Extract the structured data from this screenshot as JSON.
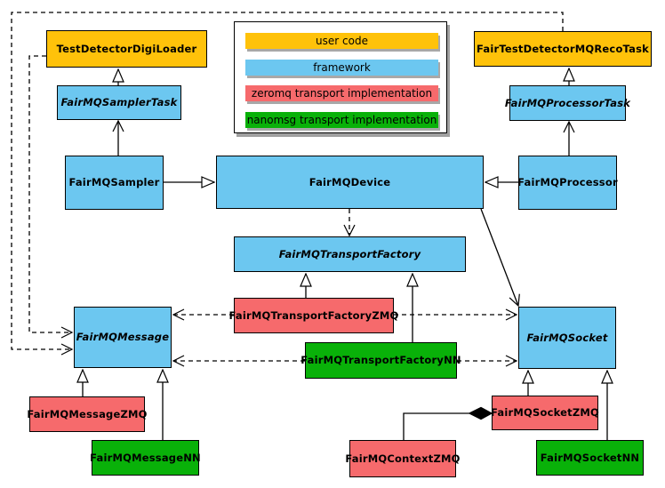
{
  "diagram": {
    "colors": {
      "user_code": "#FFC20A",
      "framework": "#6CC7F0",
      "zeromq": "#F66A6C",
      "nanomsg": "#09B109"
    },
    "nodes": {
      "digiLoader": {
        "label": "TestDetectorDigiLoader",
        "type": "user_code",
        "abstract": false
      },
      "recoTask": {
        "label": "FairTestDetectorMQRecoTask",
        "type": "user_code",
        "abstract": false
      },
      "samplerTask": {
        "label": "FairMQSamplerTask",
        "type": "framework",
        "abstract": true
      },
      "processorTask": {
        "label": "FairMQProcessorTask",
        "type": "framework",
        "abstract": true
      },
      "sampler": {
        "label": "FairMQSampler",
        "type": "framework",
        "abstract": false
      },
      "device": {
        "label": "FairMQDevice",
        "type": "framework",
        "abstract": false
      },
      "processor": {
        "label": "FairMQProcessor",
        "type": "framework",
        "abstract": false
      },
      "factory": {
        "label": "FairMQTransportFactory",
        "type": "framework",
        "abstract": true
      },
      "factoryZMQ": {
        "label": "FairMQTransportFactoryZMQ",
        "type": "zeromq",
        "abstract": false
      },
      "factoryNN": {
        "label": "FairMQTransportFactoryNN",
        "type": "nanomsg",
        "abstract": false
      },
      "message": {
        "label": "FairMQMessage",
        "type": "framework",
        "abstract": true
      },
      "socket": {
        "label": "FairMQSocket",
        "type": "framework",
        "abstract": true
      },
      "messageZMQ": {
        "label": "FairMQMessageZMQ",
        "type": "zeromq",
        "abstract": false
      },
      "messageNN": {
        "label": "FairMQMessageNN",
        "type": "nanomsg",
        "abstract": false
      },
      "socketZMQ": {
        "label": "FairMQSocketZMQ",
        "type": "zeromq",
        "abstract": false
      },
      "socketNN": {
        "label": "FairMQSocketNN",
        "type": "nanomsg",
        "abstract": false
      },
      "contextZMQ": {
        "label": "FairMQContextZMQ",
        "type": "zeromq",
        "abstract": false
      }
    },
    "edges": [
      {
        "from": "FairMQSamplerTask",
        "to": "TestDetectorDigiLoader",
        "relation": "inheritance",
        "line": "solid"
      },
      {
        "from": "FairMQProcessorTask",
        "to": "FairTestDetectorMQRecoTask",
        "relation": "inheritance",
        "line": "solid"
      },
      {
        "from": "FairMQSampler",
        "to": "FairMQDevice",
        "relation": "inheritance",
        "line": "solid"
      },
      {
        "from": "FairMQProcessor",
        "to": "FairMQDevice",
        "relation": "inheritance",
        "line": "solid"
      },
      {
        "from": "FairMQSampler",
        "to": "FairMQSamplerTask",
        "relation": "association",
        "line": "solid"
      },
      {
        "from": "FairMQProcessor",
        "to": "FairMQProcessorTask",
        "relation": "association",
        "line": "solid"
      },
      {
        "from": "FairMQDevice",
        "to": "FairMQTransportFactory",
        "relation": "dependency",
        "line": "dashed"
      },
      {
        "from": "FairMQDevice",
        "to": "FairMQSocket",
        "relation": "association",
        "line": "solid"
      },
      {
        "from": "FairMQTransportFactoryZMQ",
        "to": "FairMQTransportFactory",
        "relation": "inheritance",
        "line": "solid"
      },
      {
        "from": "FairMQTransportFactoryNN",
        "to": "FairMQTransportFactory",
        "relation": "inheritance",
        "line": "solid"
      },
      {
        "from": "FairMQTransportFactoryZMQ",
        "to": "FairMQMessage",
        "relation": "dependency",
        "line": "dashed"
      },
      {
        "from": "FairMQTransportFactoryZMQ",
        "to": "FairMQSocket",
        "relation": "dependency",
        "line": "dashed"
      },
      {
        "from": "FairMQTransportFactoryNN",
        "to": "FairMQMessage",
        "relation": "dependency",
        "line": "dashed"
      },
      {
        "from": "FairMQTransportFactoryNN",
        "to": "FairMQSocket",
        "relation": "dependency",
        "line": "dashed"
      },
      {
        "from": "TestDetectorDigiLoader",
        "to": "FairMQMessage",
        "relation": "dependency",
        "line": "dashed"
      },
      {
        "from": "FairTestDetectorMQRecoTask",
        "to": "FairMQMessage",
        "relation": "dependency",
        "line": "dashed"
      },
      {
        "from": "FairMQMessageZMQ",
        "to": "FairMQMessage",
        "relation": "inheritance",
        "line": "solid"
      },
      {
        "from": "FairMQMessageNN",
        "to": "FairMQMessage",
        "relation": "inheritance",
        "line": "solid"
      },
      {
        "from": "FairMQSocketZMQ",
        "to": "FairMQSocket",
        "relation": "inheritance",
        "line": "solid"
      },
      {
        "from": "FairMQSocketNN",
        "to": "FairMQSocket",
        "relation": "inheritance",
        "line": "solid"
      },
      {
        "from": "FairMQContextZMQ",
        "to": "FairMQSocketZMQ",
        "relation": "composition",
        "line": "solid"
      }
    ]
  },
  "legend": {
    "items": [
      {
        "label": "user code",
        "color": "#FFC20A"
      },
      {
        "label": "framework",
        "color": "#6CC7F0"
      },
      {
        "label": "zeromq transport implementation",
        "color": "#F66A6C"
      },
      {
        "label": "nanomsg transport implementation",
        "color": "#09B109"
      }
    ]
  }
}
